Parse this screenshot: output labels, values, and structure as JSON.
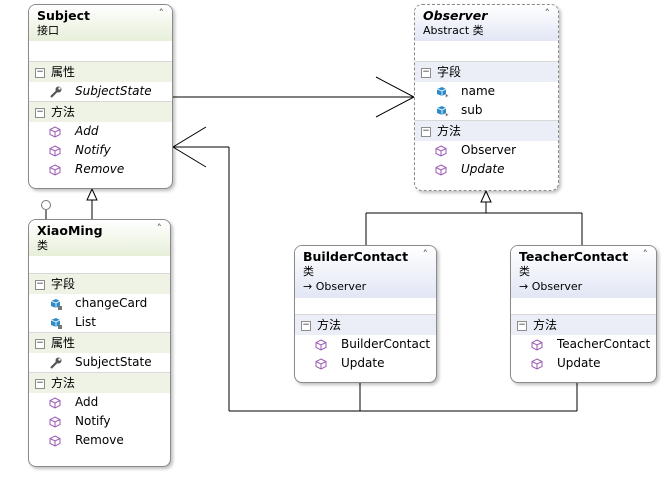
{
  "subject": {
    "name": "Subject",
    "kind": "接口",
    "properties_label": "属性",
    "properties": [
      "SubjectState"
    ],
    "methods_label": "方法",
    "methods": [
      "Add",
      "Notify",
      "Remove"
    ]
  },
  "observer": {
    "name": "Observer",
    "kind": "Abstract 类",
    "fields_label": "字段",
    "fields": [
      "name",
      "sub"
    ],
    "methods_label": "方法",
    "methods": [
      "Observer",
      "Update"
    ]
  },
  "xiaoming": {
    "name": "XiaoMing",
    "kind": "类",
    "fields_label": "字段",
    "fields": [
      "changeCard",
      "List"
    ],
    "properties_label": "属性",
    "properties": [
      "SubjectState"
    ],
    "methods_label": "方法",
    "methods": [
      "Add",
      "Notify",
      "Remove"
    ]
  },
  "builder": {
    "name": "BuilderContact",
    "kind": "类",
    "base": "→ Observer",
    "methods_label": "方法",
    "methods": [
      "BuilderContact",
      "Update"
    ]
  },
  "teacher": {
    "name": "TeacherContact",
    "kind": "类",
    "base": "→ Observer",
    "methods_label": "方法",
    "methods": [
      "TeacherContact",
      "Update"
    ]
  },
  "ui": {
    "collapse_glyph": "˄",
    "toggle_glyph": "−"
  }
}
